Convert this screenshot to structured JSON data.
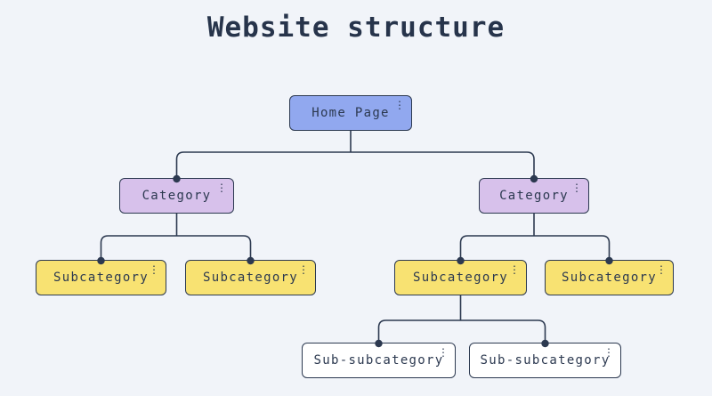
{
  "title": "Website structure",
  "colors": {
    "background": "#f1f4f9",
    "ink": "#2c3950",
    "home_fill": "#91a8ef",
    "category_fill": "#d7c1eb",
    "subcategory_fill": "#f8e272",
    "sub_subcategory_fill": "#ffffff"
  },
  "icons": {
    "kebab_menu": "⋮"
  },
  "nodes": [
    {
      "id": "home",
      "label": "Home Page",
      "level": "home",
      "parent": null
    },
    {
      "id": "category-1",
      "label": "Category",
      "level": "category",
      "parent": "home"
    },
    {
      "id": "category-2",
      "label": "Category",
      "level": "category",
      "parent": "home"
    },
    {
      "id": "subcategory-1",
      "label": "Subcategory",
      "level": "subcategory",
      "parent": "category-1"
    },
    {
      "id": "subcategory-2",
      "label": "Subcategory",
      "level": "subcategory",
      "parent": "category-1"
    },
    {
      "id": "subcategory-3",
      "label": "Subcategory",
      "level": "subcategory",
      "parent": "category-2"
    },
    {
      "id": "subcategory-4",
      "label": "Subcategory",
      "level": "subcategory",
      "parent": "category-2"
    },
    {
      "id": "sub-subcategory-1",
      "label": "Sub-subcategory",
      "level": "sub-subcategory",
      "parent": "subcategory-3"
    },
    {
      "id": "sub-subcategory-2",
      "label": "Sub-subcategory",
      "level": "sub-subcategory",
      "parent": "subcategory-3"
    }
  ]
}
